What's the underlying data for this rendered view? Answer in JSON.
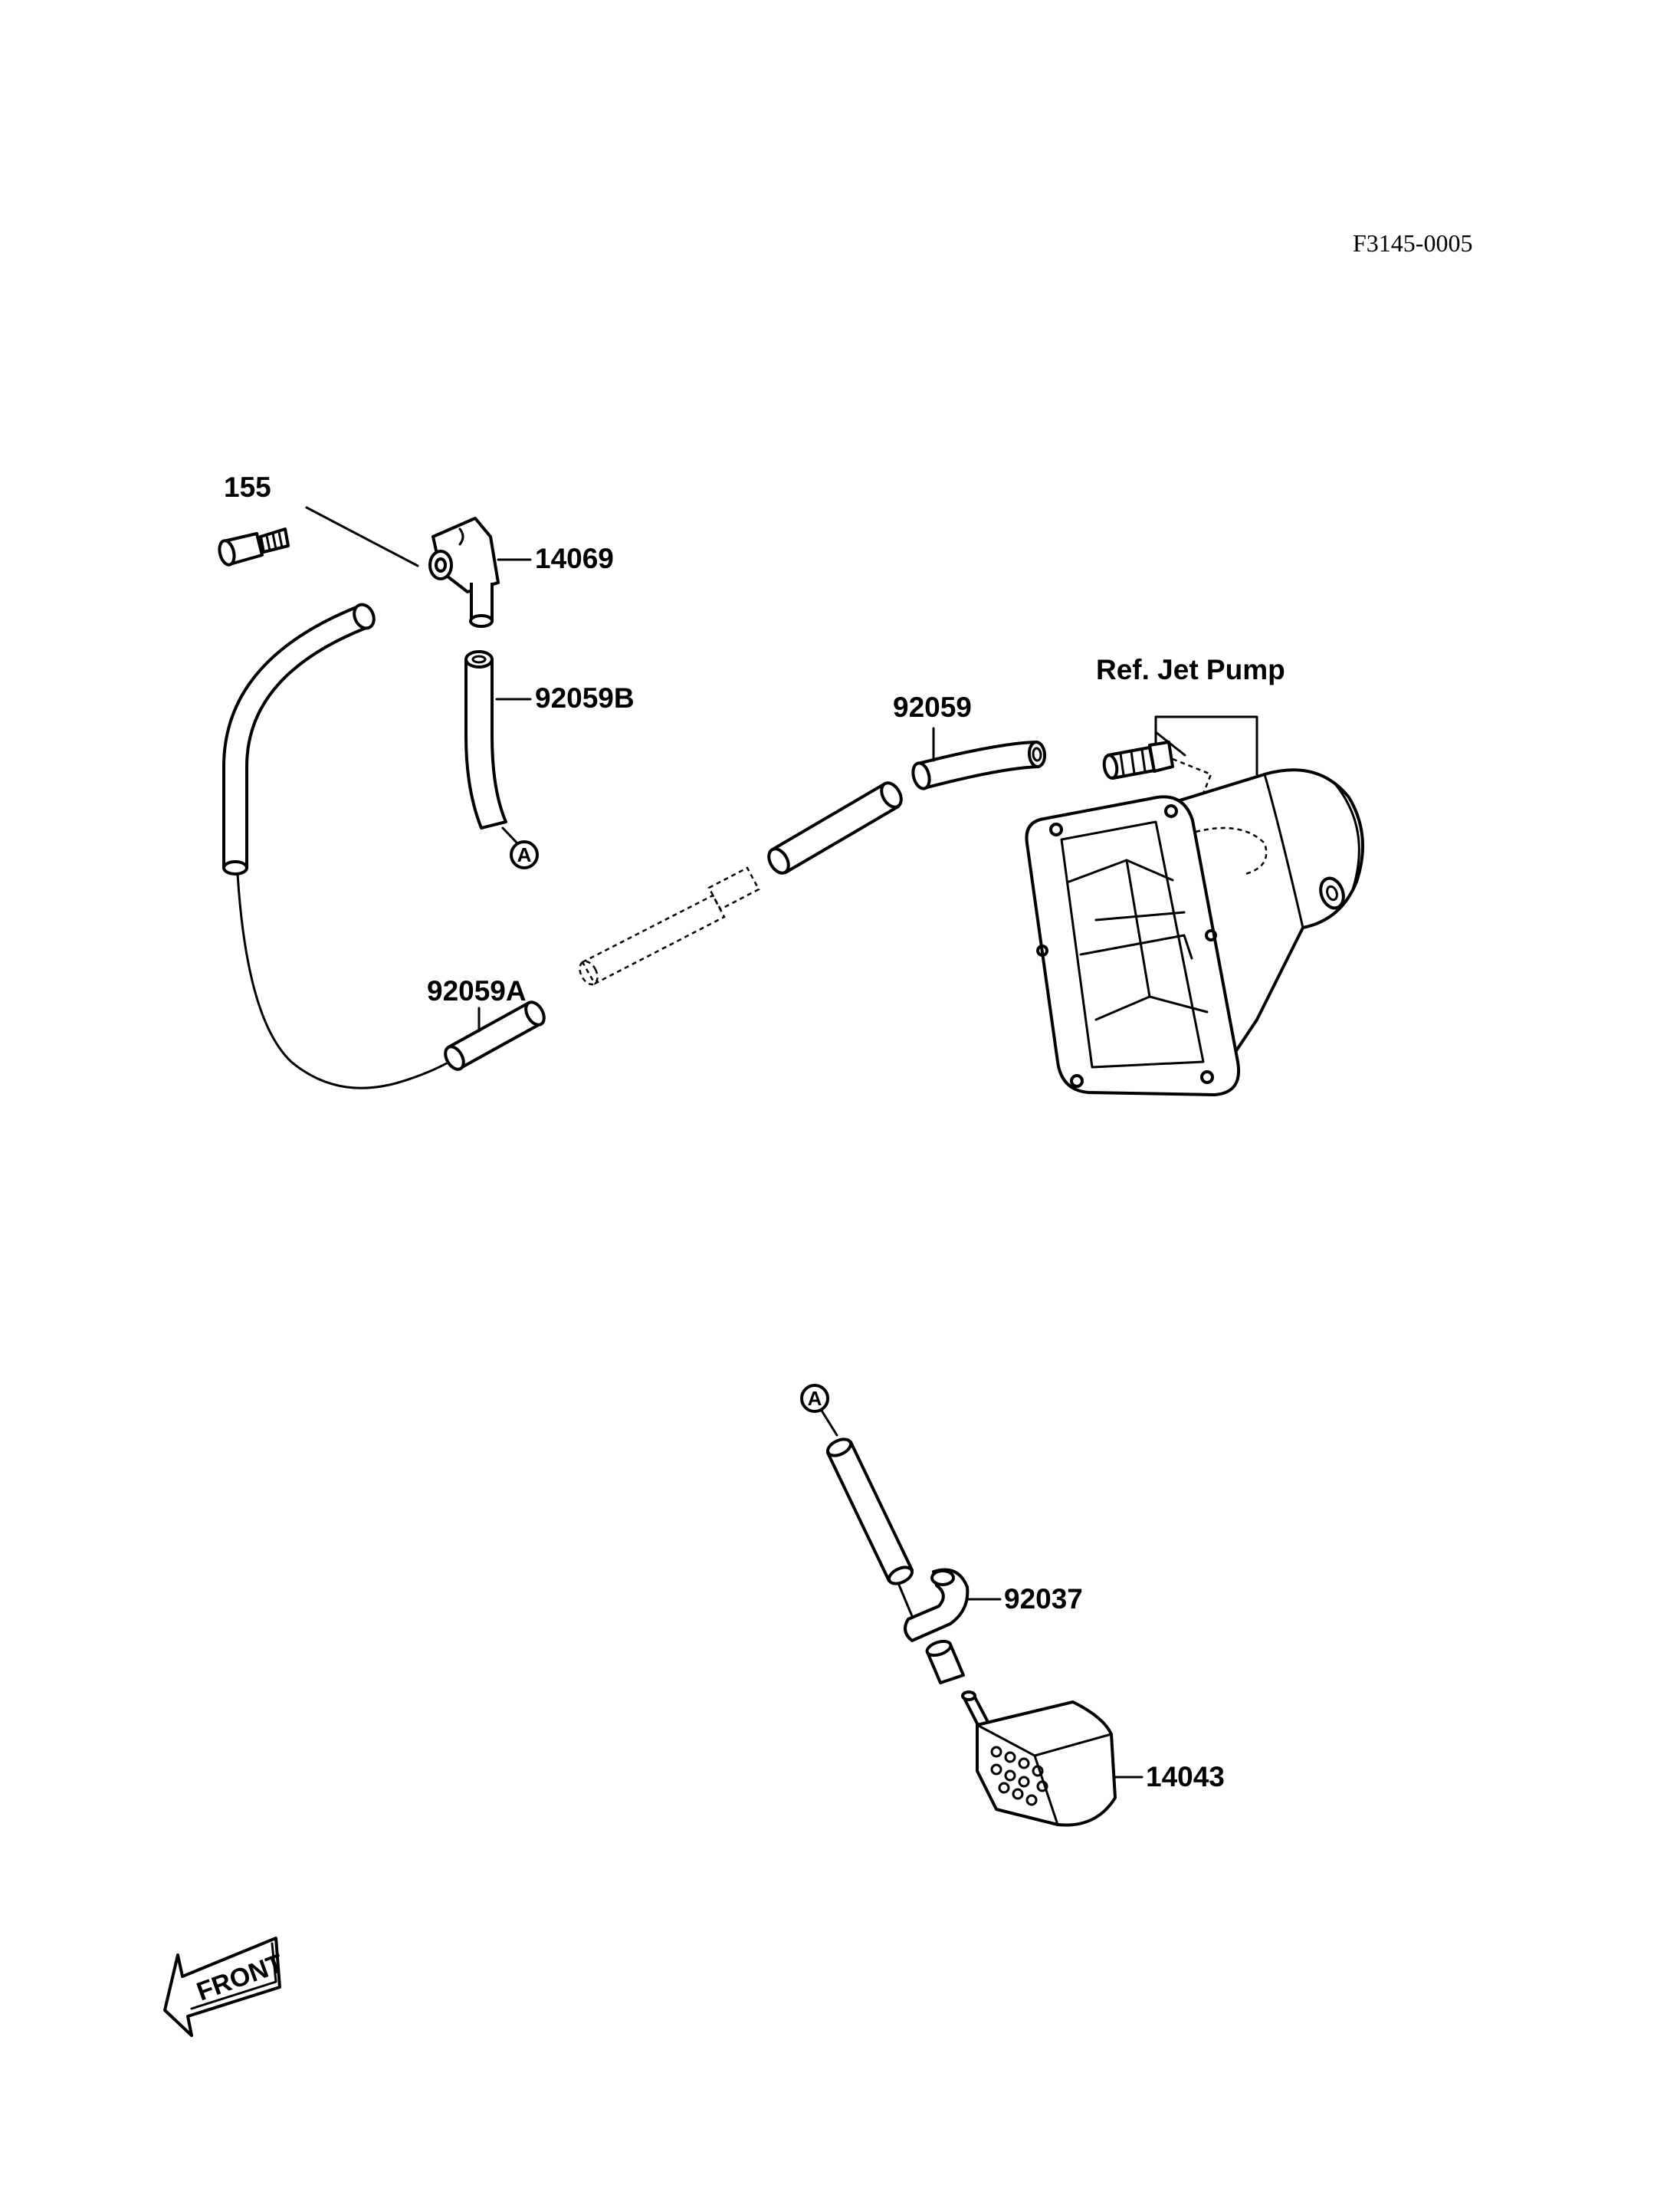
{
  "diagram_code": "F3145-0005",
  "labels": {
    "p155": "155",
    "p14069": "14069",
    "p92059b": "92059B",
    "p92059": "92059",
    "ref_jet_pump": "Ref. Jet Pump",
    "p92059a": "92059A",
    "p92037": "92037",
    "p14043": "14043"
  },
  "connectors": {
    "a_top": "A",
    "a_bottom": "A"
  },
  "front_arrow": "FRONT"
}
